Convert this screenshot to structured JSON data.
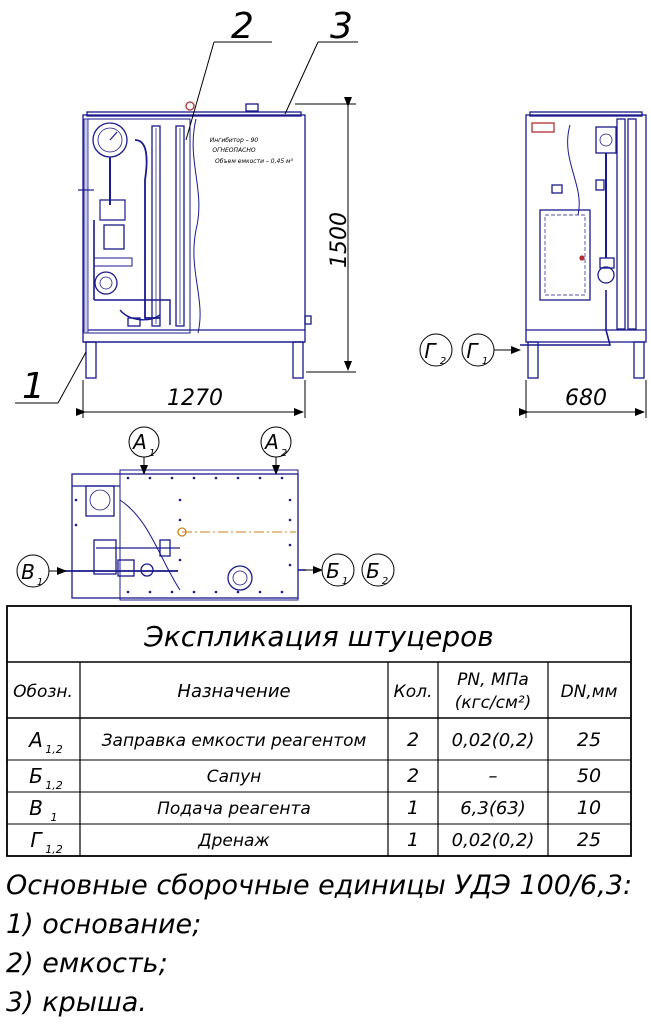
{
  "callouts": {
    "c1": "1",
    "c2": "2",
    "c3": "3"
  },
  "dimensions": {
    "height": "1500",
    "width_front": "1270",
    "width_side": "680"
  },
  "nameplate": {
    "line1": "Ингибитор – 90",
    "line2": "ОГНЕОПАСНО",
    "line3": "Объем емкости – 0,45 м³"
  },
  "ports": {
    "a1": "А",
    "a1_sub": "1",
    "a2": "А",
    "a2_sub": "2",
    "v1": "В",
    "v1_sub": "1",
    "b1": "Б",
    "b1_sub": "1",
    "b2": "Б",
    "b2_sub": "2",
    "g1": "Г",
    "g1_sub": "1",
    "g2": "Г",
    "g2_sub": "2"
  },
  "table": {
    "title": "Экспликация штуцеров",
    "headers": {
      "designation": "Обозн.",
      "purpose": "Назначение",
      "qty": "Кол.",
      "pn_line1": "PN, МПа",
      "pn_line2": "(кгс/см²)",
      "dn": "DN,мм"
    },
    "rows": [
      {
        "designation": "А",
        "sub": "1,2",
        "purpose": "Заправка емкости реагентом",
        "qty": "2",
        "pn": "0,02(0,2)",
        "dn": "25"
      },
      {
        "designation": "Б",
        "sub": "1,2",
        "purpose": "Сапун",
        "qty": "2",
        "pn": "–",
        "dn": "50"
      },
      {
        "designation": "В",
        "sub": "1",
        "purpose": "Подача реагента",
        "qty": "1",
        "pn": "6,3(63)",
        "dn": "10"
      },
      {
        "designation": "Г",
        "sub": "1,2",
        "purpose": "Дренаж",
        "qty": "1",
        "pn": "0,02(0,2)",
        "dn": "25"
      }
    ]
  },
  "notes": {
    "title": "Основные сборочные единицы УДЭ 100/6,3:",
    "items": [
      "1) основание;",
      "2) емкость;",
      "3) крыша."
    ]
  }
}
